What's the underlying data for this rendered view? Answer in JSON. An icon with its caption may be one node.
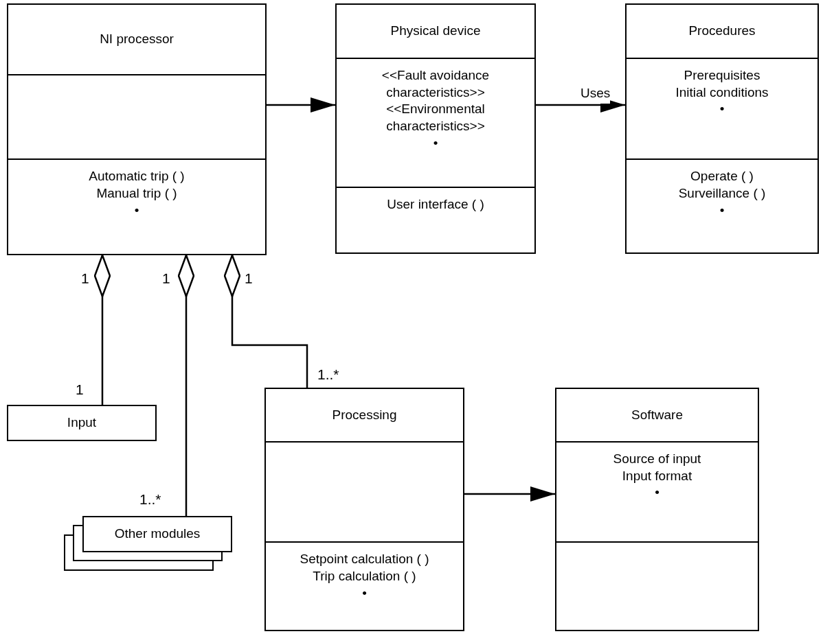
{
  "diagram": {
    "nodes": [
      {
        "text": [
          "NI processor",
          "Automatic trip ( )",
          "Manual trip ( )",
          "•"
        ]
      },
      {
        "text": [
          "Physical device",
          "<<Fault avoidance characteristics>>",
          "<<Environmental characteristics>>",
          "•",
          "User interface ( )"
        ]
      },
      {
        "text": [
          "Procedures",
          "Prerequisites",
          "Initial conditions",
          "•",
          "Operate ( )",
          "Surveillance ( )",
          "•"
        ]
      },
      {
        "text": [
          "Input"
        ]
      },
      {
        "text": [
          "Processing",
          "Setpoint calculation ( )",
          "Trip calculation ( )",
          "•"
        ]
      },
      {
        "text": [
          "Software",
          "Source of input",
          "Input format",
          "•"
        ]
      },
      {
        "text": [
          "Other modules"
        ]
      }
    ],
    "edges": [
      {
        "from": 0,
        "to": 1,
        "arrow": "to"
      },
      {
        "from": 1,
        "to": 2,
        "arrow": "to",
        "label": "Uses"
      },
      {
        "from": 0,
        "to": 3,
        "arrow": "other"
      },
      {
        "from": 0,
        "to": 6,
        "arrow": "other"
      },
      {
        "from": 0,
        "to": 4,
        "arrow": "other"
      },
      {
        "from": 4,
        "to": 5,
        "arrow": "to"
      }
    ],
    "labels": [
      "1",
      "1",
      "1",
      "1..*",
      "1",
      "1..*"
    ]
  }
}
